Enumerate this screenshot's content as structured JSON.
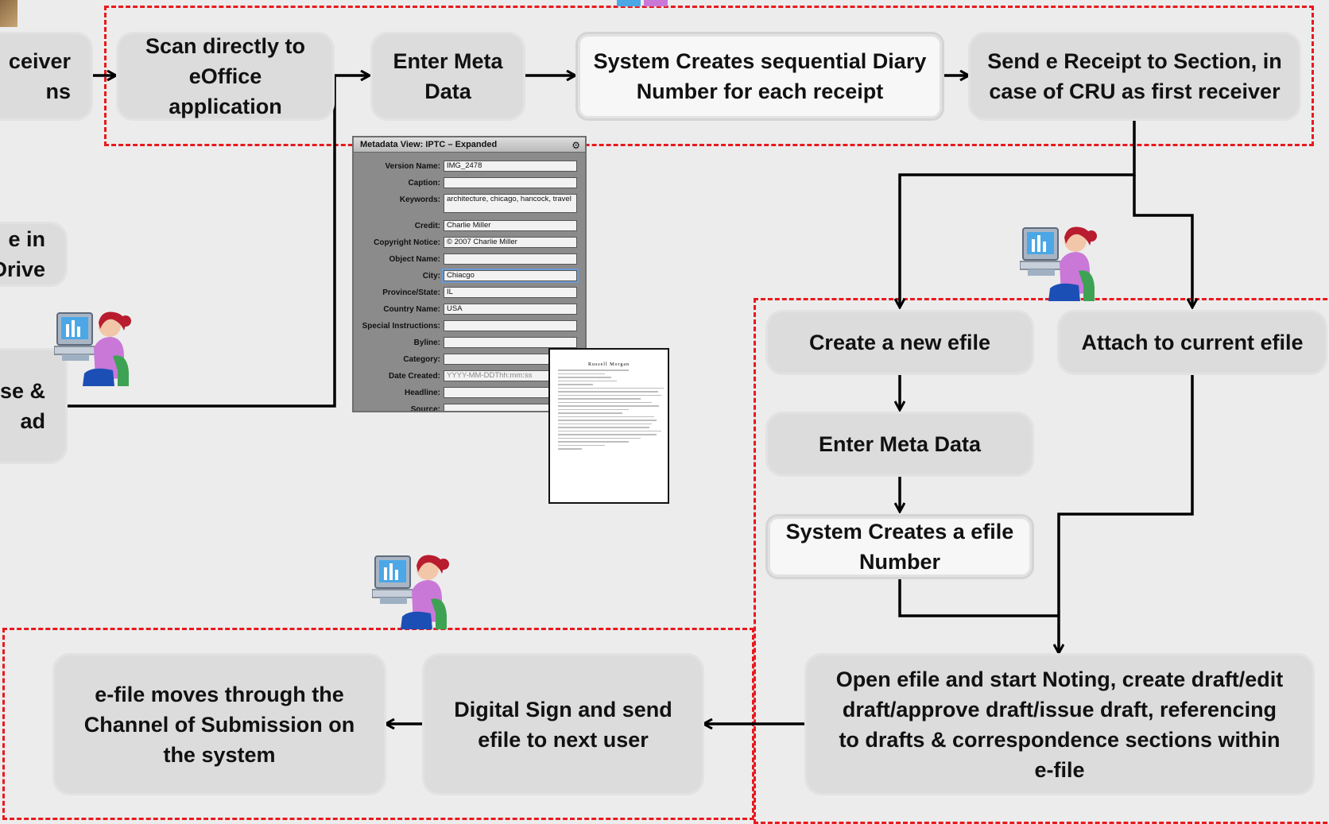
{
  "boxes": {
    "receiver": "ceiver\nns",
    "scan": "Scan directly to\neOffice\napplication",
    "enter_meta_top": "Enter Meta\nData",
    "diary": "System Creates sequential Diary\nNumber for each receipt",
    "send_receipt": "Send e Receipt to Section, in\ncase of CRU as first receiver",
    "drive": "e in\nDrive",
    "browse": "se &\nad",
    "new_efile": "Create a new efile",
    "attach": "Attach to current efile",
    "enter_meta_right": "Enter Meta Data",
    "efile_number": "System Creates a efile\nNumber",
    "open_efile": "Open efile and start Noting, create draft/edit\ndraft/approve draft/issue draft, referencing\nto drafts & correspondence sections within\ne-file",
    "digital_sign": "Digital Sign and send\nefile to next user",
    "moves": "e-file moves through the\nChannel of Submission on\nthe system"
  },
  "metadata_panel": {
    "title": "Metadata View: IPTC – Expanded",
    "rows": [
      {
        "label": "Version Name:",
        "value": "IMG_2478"
      },
      {
        "label": "Caption:",
        "value": ""
      },
      {
        "label": "Keywords:",
        "value": "architecture, chicago, hancock, travel"
      },
      {
        "label": "Credit:",
        "value": "Charlie Miller"
      },
      {
        "label": "Copyright Notice:",
        "value": "© 2007 Charlie Miller"
      },
      {
        "label": "Object Name:",
        "value": ""
      },
      {
        "label": "City:",
        "value": "Chiacgo"
      },
      {
        "label": "Province/State:",
        "value": "IL"
      },
      {
        "label": "Country Name:",
        "value": "USA"
      },
      {
        "label": "Special Instructions:",
        "value": ""
      },
      {
        "label": "Byline:",
        "value": ""
      },
      {
        "label": "Category:",
        "value": ""
      },
      {
        "label": "Date Created:",
        "value": "YYYY-MM-DDThh:mm:ss"
      },
      {
        "label": "Headline:",
        "value": ""
      },
      {
        "label": "Source:",
        "value": ""
      }
    ]
  },
  "document": {
    "heading": "Russell Morgan"
  },
  "icons": {
    "person": "person-at-computer-icon",
    "gear": "gear-icon"
  },
  "colors": {
    "dashed_border": "#e8191e",
    "box_fill": "#dcdcdc",
    "background": "#ececec"
  }
}
